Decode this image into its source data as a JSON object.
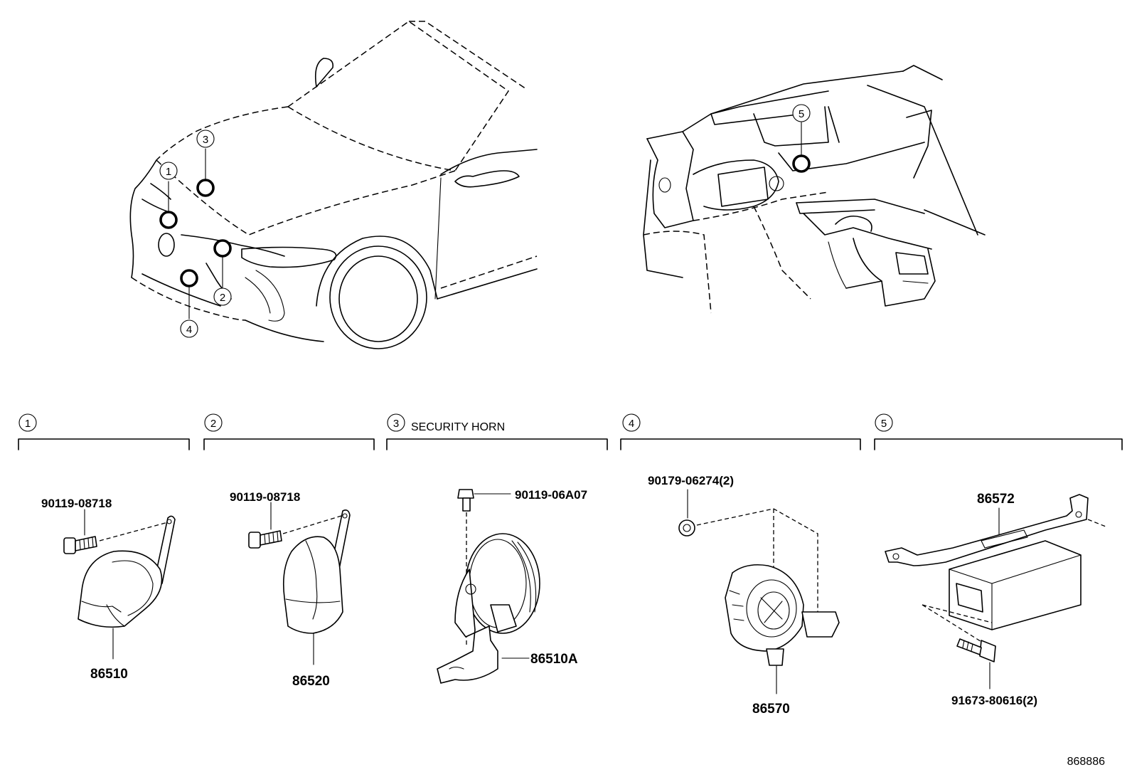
{
  "callouts": [
    "1",
    "2",
    "3",
    "4",
    "5"
  ],
  "sections": [
    {
      "number": "1",
      "title": ""
    },
    {
      "number": "2",
      "title": ""
    },
    {
      "number": "3",
      "title": "SECURITY HORN"
    },
    {
      "number": "4",
      "title": ""
    },
    {
      "number": "5",
      "title": ""
    }
  ],
  "parts": {
    "s1_bolt": "90119-08718",
    "s1_horn": "86510",
    "s2_bolt": "90119-08718",
    "s2_horn": "86520",
    "s3_bolt": "90119-06A07",
    "s3_horn": "86510A",
    "s4_nut": "90179-06274(2)",
    "s4_part": "86570",
    "s5_part": "86572",
    "s5_bolt": "91673-80616(2)"
  },
  "diagram_id": "868886"
}
